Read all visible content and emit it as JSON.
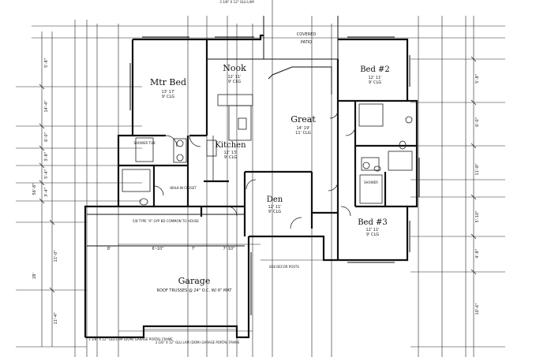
{
  "rooms": {
    "mtr_bed": {
      "name": "Mtr Bed",
      "size": "13' 17'",
      "clg": "9' CLG"
    },
    "nook": {
      "name": "Nook",
      "size": "12' 11'",
      "clg": "9' CLG"
    },
    "kitchen": {
      "name": "Kitchen",
      "size": "12' 13'",
      "clg": "9' CLG"
    },
    "great": {
      "name": "Great",
      "size": "14' 19'",
      "clg": "11' CLG"
    },
    "bed2": {
      "name": "Bed #2",
      "size": "12' 11'",
      "clg": "9' CLG"
    },
    "bed3": {
      "name": "Bed #3",
      "size": "12' 11'",
      "clg": "9' CLG"
    },
    "den": {
      "name": "Den",
      "size": "12' 11'",
      "clg": "9' CLG"
    },
    "garage": {
      "name": "Garage",
      "note": "ROOF TRUSSES @ 24\" O.C. W/ 6\" MAT"
    },
    "patio": {
      "line1": "COVERED",
      "line2": "PATIO"
    }
  },
  "labels": {
    "shower_tub": "SHOWER TUB",
    "walk_in_closet": "WALK-IN CLOSET",
    "shower": "SHOWER",
    "drywall_note": "5/8 TYPE \"X\" GYP BD COMMON TO HOUSE",
    "decor_posts": "8X8 DECOR POSTS",
    "beam_top": "3 1/8\" X 12\" GLU.LAM",
    "beam_bottom": "3 1/8\" X 12\" GLU.LAM (DOM) GARAGE PORTAL FRAME",
    "beam_left": "3 1/8\" X 12\" GLU.LAM (DOM) GARAGE PORTAL FRAME"
  },
  "dimensions": {
    "left": [
      "5'-8\"",
      "14'-4\"",
      "6'-0\"",
      "3'-8\"",
      "5'-4\"",
      "3'-4\"",
      "11'-0\"",
      "11'-4\""
    ],
    "right": [
      "5'-8\"",
      "6'-0\"",
      "11'-8\"",
      "5'-10\"",
      "4'-8\"",
      "10'-6\""
    ],
    "bottom": [
      "8'",
      "6'-10\"",
      "7'",
      "7'-10\""
    ],
    "overall_left": [
      "56'-8\"",
      "28'"
    ]
  }
}
